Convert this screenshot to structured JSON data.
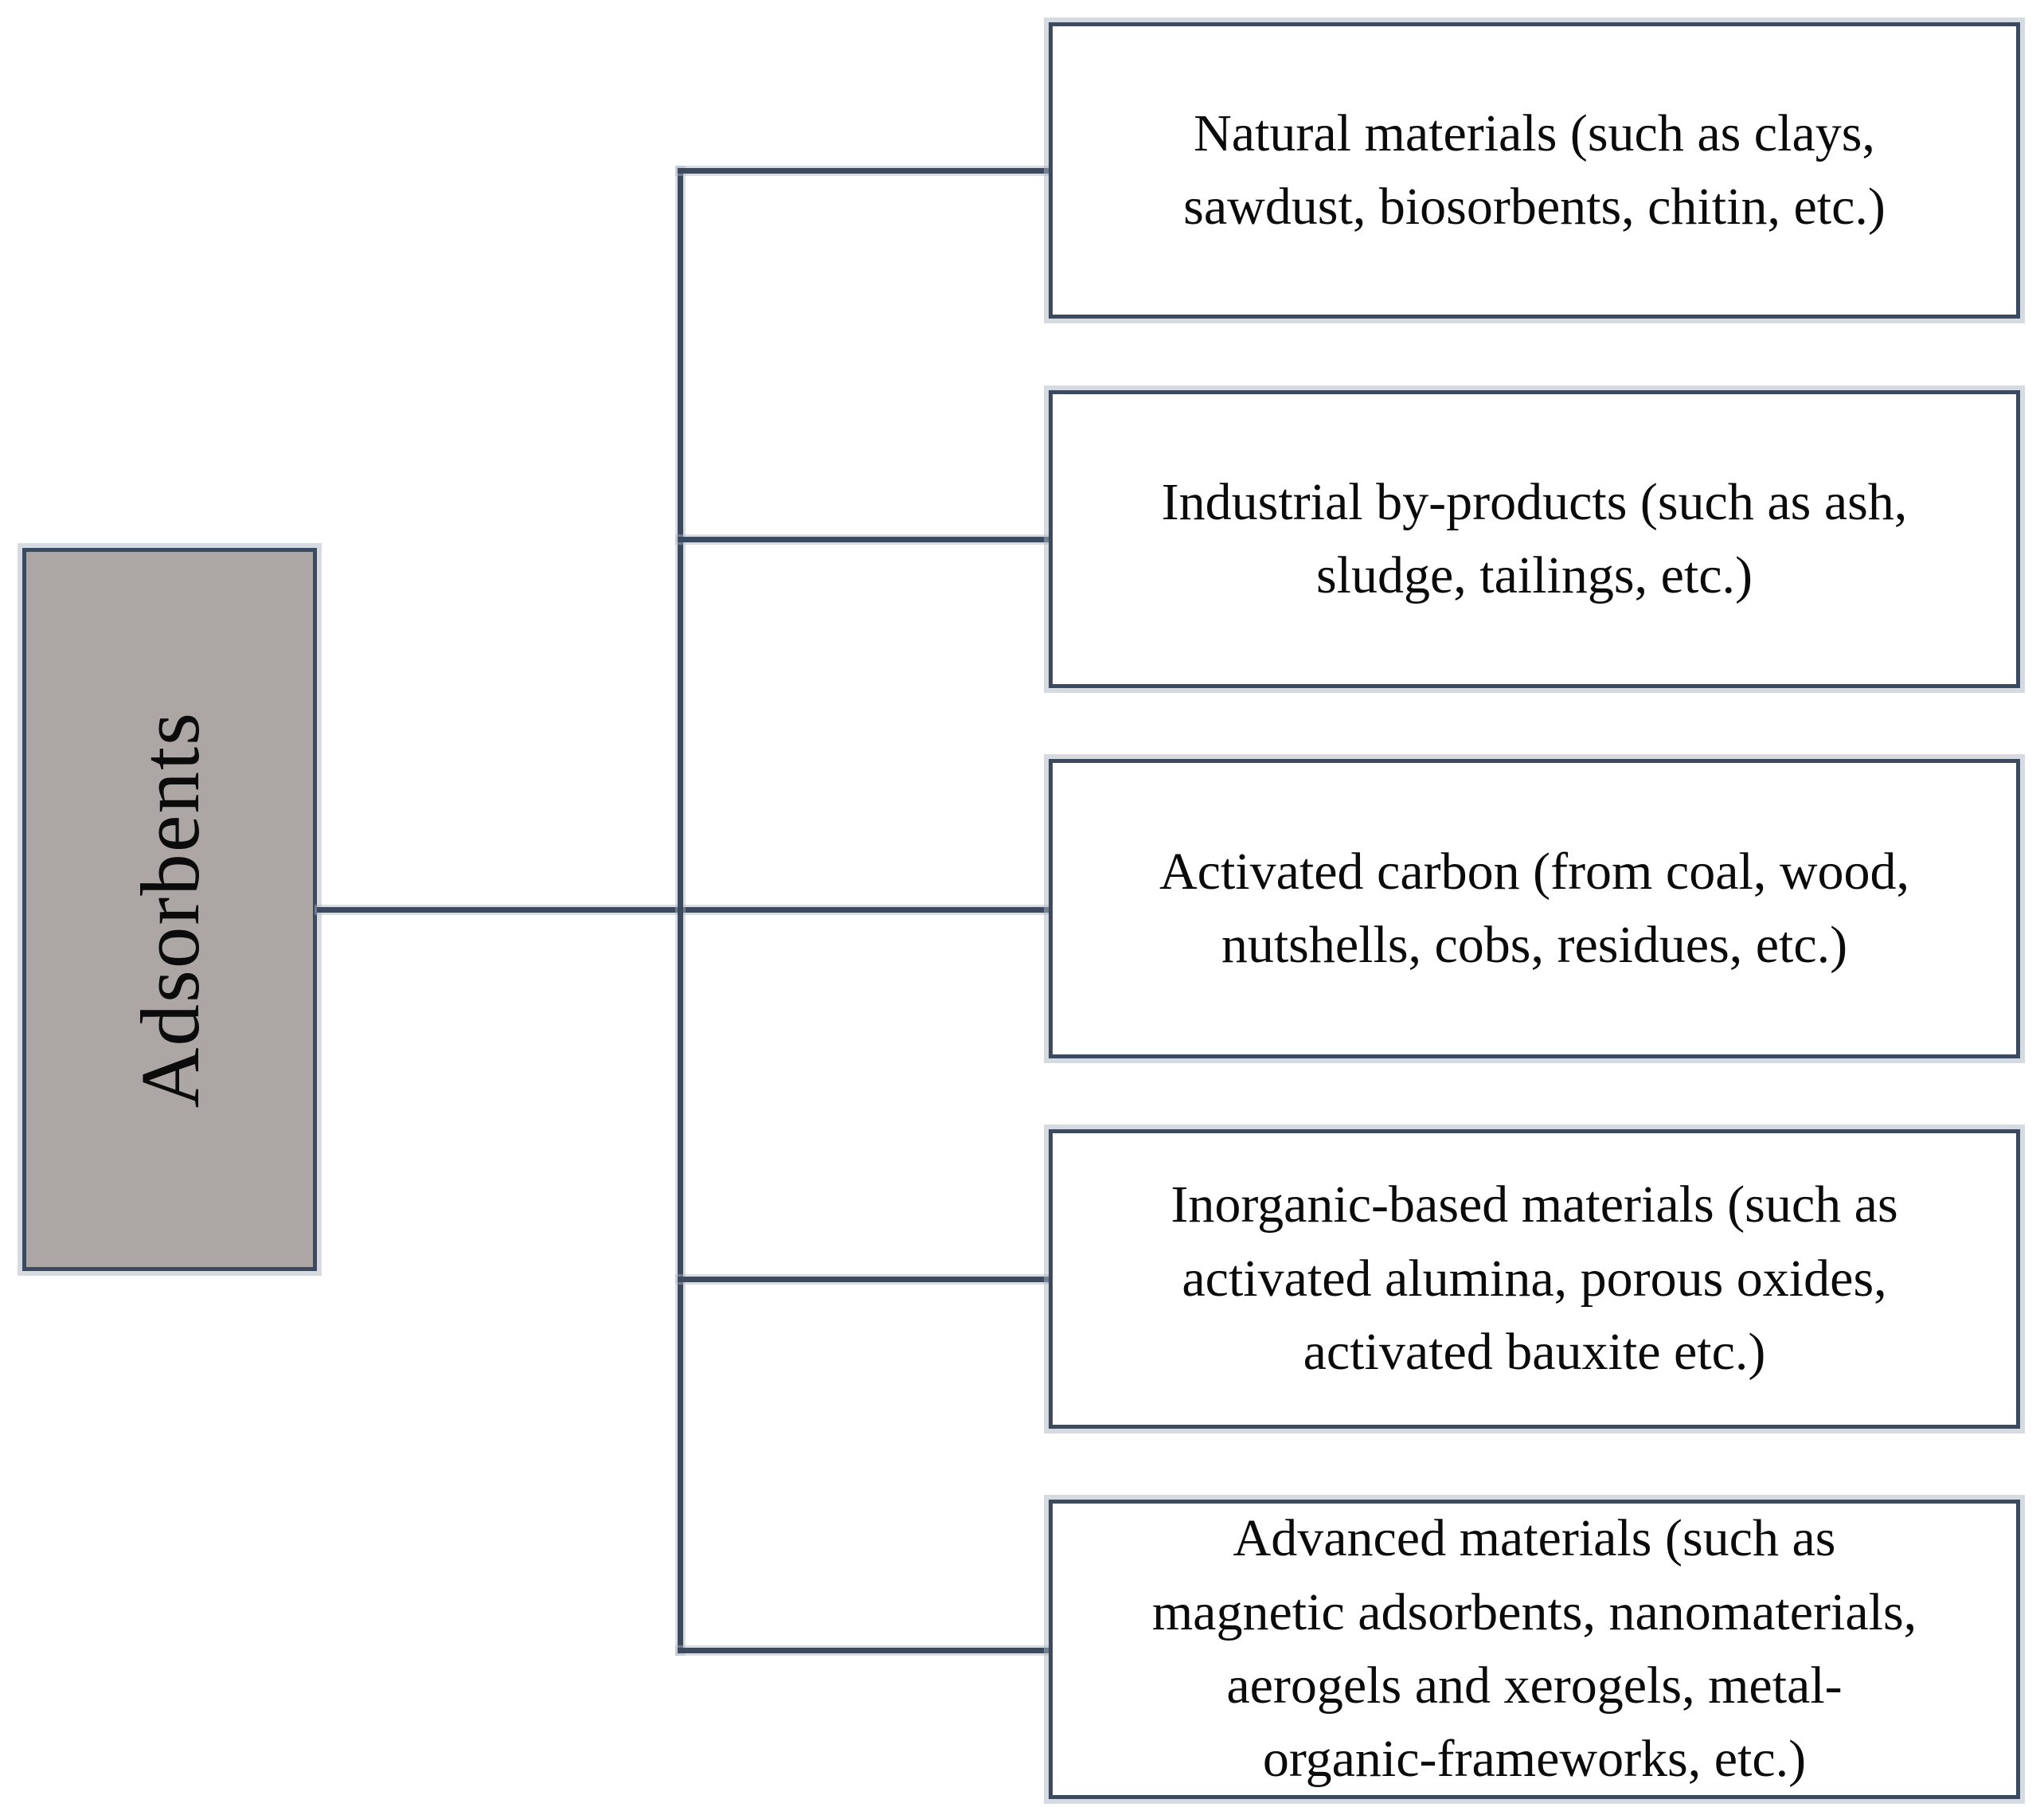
{
  "figure": {
    "root": {
      "label": "Adsorbents"
    },
    "categories": [
      {
        "lines": [
          "Natural materials (such as clays,",
          "sawdust, biosorbents, chitin, etc.)"
        ]
      },
      {
        "lines": [
          "Industrial by-products (such as ash,",
          "sludge, tailings, etc.)"
        ]
      },
      {
        "lines": [
          "Activated carbon (from coal, wood,",
          "nutshells, cobs, residues, etc.)"
        ]
      },
      {
        "lines": [
          "Inorganic-based materials (such as",
          "activated alumina, porous oxides,",
          "activated bauxite etc.)"
        ]
      },
      {
        "lines": [
          "Advanced materials (such as",
          "magnetic adsorbents, nanomaterials,",
          "aerogels and xerogels, metal-",
          "organic-frameworks, etc.)"
        ]
      }
    ],
    "colors": {
      "connector": "#3b4a5f",
      "box_border": "#3b4a5f",
      "root_fill": "#aca7a5",
      "box_fill": "#ffffff",
      "halo": "#aeb6c4",
      "text": "#0b0b0b",
      "background": "#ffffff"
    }
  }
}
